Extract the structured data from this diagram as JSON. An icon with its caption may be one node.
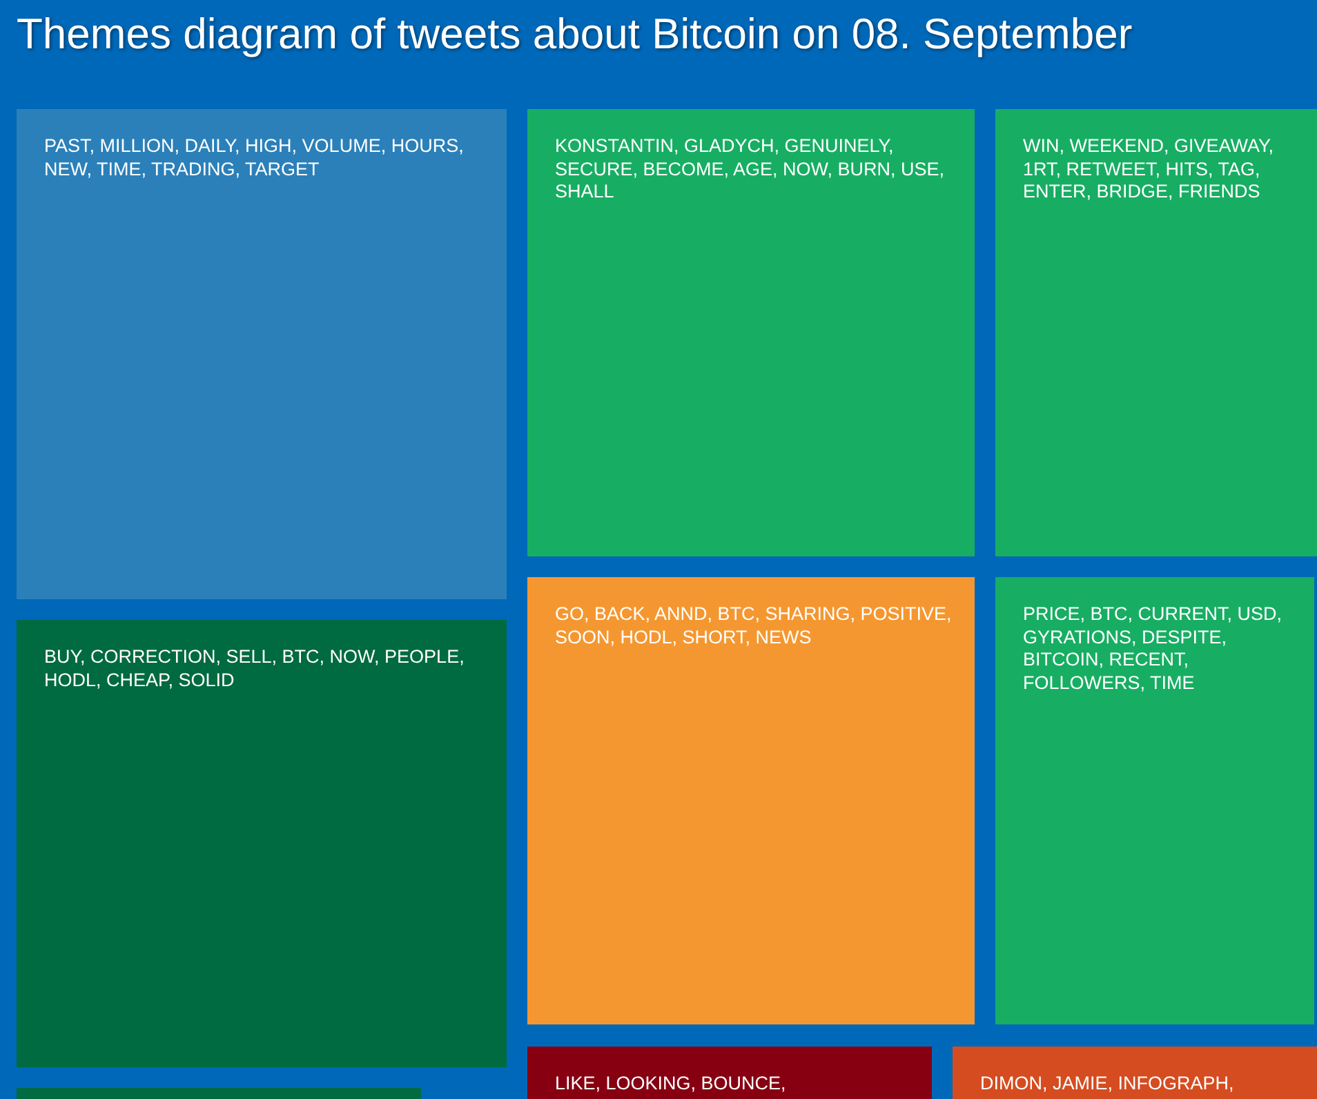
{
  "diagram": {
    "title": "Themes diagram of tweets about Bitcoin on 08. September",
    "nodes": [
      {
        "text": [
          "PAST, MILLION, DAILY, HIGH, VOLUME, HOURS, NEW, TIME, TRADING, TARGET"
        ]
      },
      {
        "text": [
          "KONSTANTIN, GLADYCH, GENUINELY, SECURE, BECOME, AGE, NOW, BURN, USE, SHALL"
        ]
      },
      {
        "text": [
          "WIN, WEEKEND, GIVEAWAY, 1RT, RETWEET, HITS, TAG, ENTER, BRIDGE, FRIENDS"
        ]
      },
      {
        "text": [
          "GO, BACK, ANND, BTC, SHARING, POSITIVE, SOON, HODL, SHORT, NEWS"
        ]
      },
      {
        "text": [
          "PRICE, BTC, CURRENT, USD, GYRATIONS, DESPITE, BITCOIN, RECENT, FOLLOWERS, TIME"
        ]
      },
      {
        "text": [
          "BUY, CORRECTION, SELL, BTC, NOW, PEOPLE, HODL, CHEAP, SOLID"
        ]
      },
      {
        "text": [
          "LIKE, LOOKING, BOUNCE,"
        ]
      },
      {
        "text": [
          "DIMON, JAMIE, INFOGRAPH,"
        ]
      },
      {
        "text": [],
        "shape": "box"
      }
    ]
  }
}
